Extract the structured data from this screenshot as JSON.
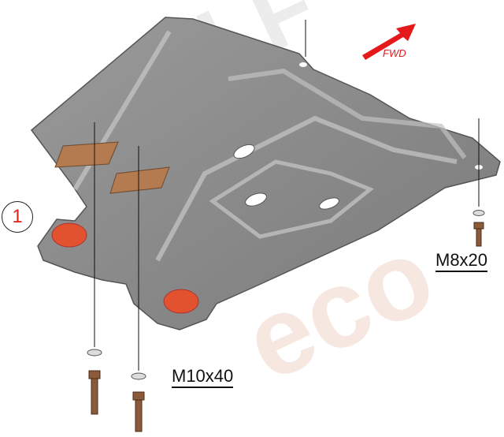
{
  "callout": {
    "number": "1",
    "color": "#e0201a"
  },
  "direction": {
    "label": "FWD",
    "color": "#e5191c"
  },
  "fasteners": [
    {
      "label": "M8x20"
    },
    {
      "label": "M10x40"
    }
  ],
  "watermark": {
    "text_left": "ALF",
    "text_right": "eco"
  },
  "colors": {
    "plate": "#8a8a8a",
    "pad": "#b47a50",
    "bumper": "#e2522e"
  }
}
